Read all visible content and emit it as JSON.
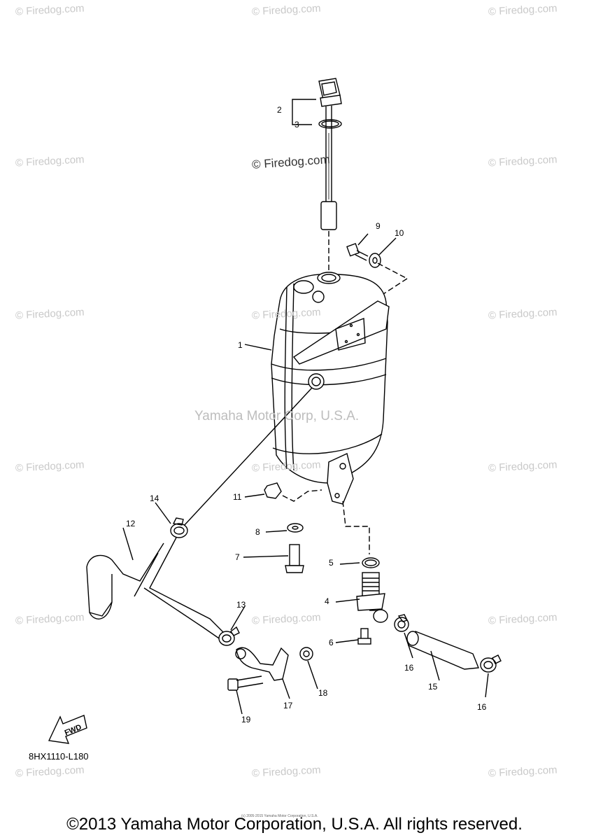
{
  "watermark_text": "© Firedog.com",
  "center_watermark": "Yamaha Motor Corp, U.S.A.",
  "callouts": [
    "1",
    "2",
    "3",
    "4",
    "5",
    "6",
    "7",
    "8",
    "9",
    "10",
    "11",
    "12",
    "13",
    "14",
    "15",
    "16",
    "16",
    "17",
    "18",
    "19"
  ],
  "fwd_label": "FWD",
  "diagram_code": "8HX1110-L180",
  "tiny_copyright": "(c) 2005-2015 Yamaha Motor Corporation, U.S.A.",
  "footer": "©2013 Yamaha Motor Corporation, U.S.A. All rights reserved."
}
